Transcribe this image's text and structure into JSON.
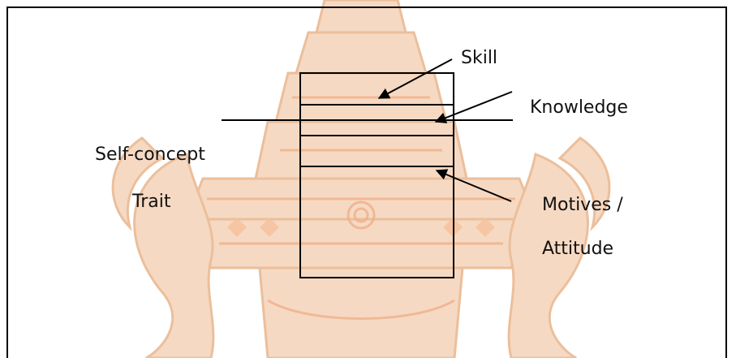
{
  "diagram": {
    "labels": {
      "skill": "Skill",
      "knowledge": "Knowledge",
      "self_concept": "Self-concept",
      "trait": "Trait",
      "motives": "Motives /",
      "attitude": "Attitude"
    }
  },
  "colors": {
    "line": "#000000",
    "watermark_fill": "#f3c7a8",
    "watermark_stroke": "#e2a46f",
    "watermark_accent": "#f08a5d"
  },
  "watermark": {
    "type": "university-crest-seal",
    "description_visible": false
  }
}
